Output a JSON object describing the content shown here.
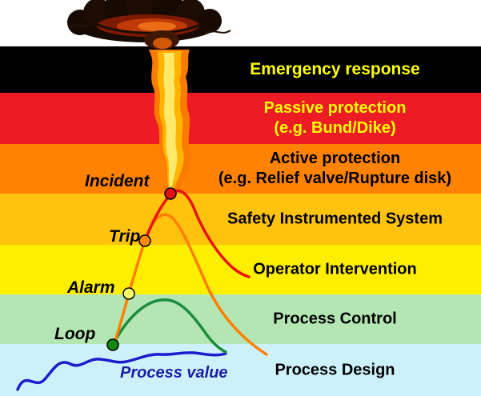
{
  "bands": [
    {
      "label": "Emergency response",
      "bg": "#000000",
      "text_color": "#ffff00"
    },
    {
      "label": "Passive protection",
      "sublabel": "(e.g. Bund/Dike)",
      "bg": "#ed1c24",
      "text_color": "#ffee00"
    },
    {
      "label": "Active protection",
      "sublabel": "(e.g. Relief valve/Rupture disk)",
      "bg": "#ff8200",
      "text_color": "#000000"
    },
    {
      "label": "Safety Instrumented System",
      "bg": "#ffc20e",
      "text_color": "#000000"
    },
    {
      "label": "Operator Intervention",
      "bg": "#ffee00",
      "text_color": "#000000"
    },
    {
      "label": "Process Control",
      "bg": "#b3e6b3",
      "text_color": "#000000"
    },
    {
      "label": "Process Design",
      "bg": "#cdf1fa",
      "text_color": "#000000"
    }
  ],
  "markers": [
    {
      "label": "Incident",
      "dot_color": "#e01010"
    },
    {
      "label": "Trip",
      "dot_color": "#ff8c00"
    },
    {
      "label": "Alarm",
      "dot_color": "#ffff66"
    },
    {
      "label": "Loop",
      "dot_color": "#118a11"
    }
  ],
  "process_value_label": "Process value",
  "curve_colors": {
    "process_value": "#1c1ccc",
    "process_control": "#1e8c3c",
    "operator_intervention": "#ff7f00",
    "trip_to_incident": "#e81313"
  }
}
